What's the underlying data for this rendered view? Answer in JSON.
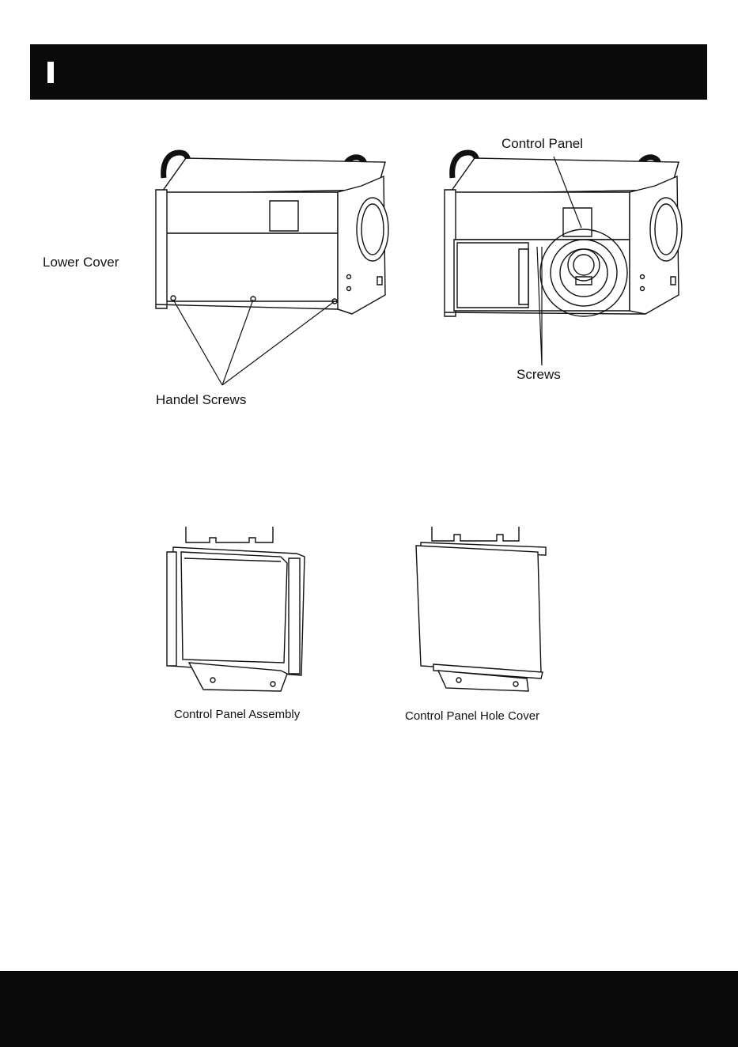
{
  "figure_top": {
    "labels": {
      "lower_cover": "Lower Cover",
      "handle_screws": "Handel Screws",
      "control_panel": "Control Panel",
      "screws": "Screws"
    }
  },
  "figure_bottom": {
    "labels": {
      "control_panel_assembly": "Control Panel Assembly",
      "control_panel_hole_cover": "Control Panel Hole Cover"
    }
  }
}
